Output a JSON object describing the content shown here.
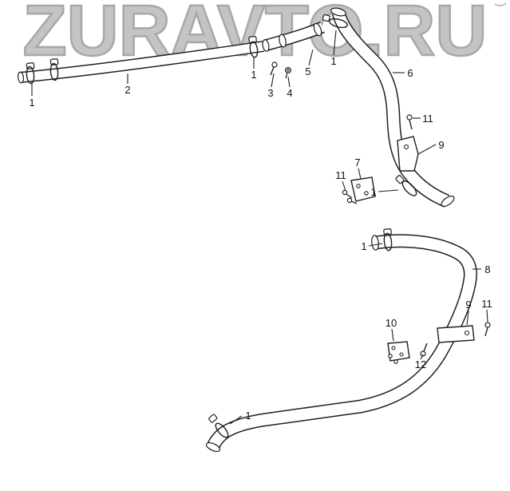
{
  "watermark": {
    "text": "ZURAVTO.RU"
  },
  "colors": {
    "background": "#ffffff",
    "line": "#1f1f1f",
    "watermark": "#bfbfbf"
  },
  "callouts": [
    "1",
    "2",
    "1",
    "3",
    "4",
    "5",
    "1",
    "6",
    "11",
    "9",
    "7",
    "11",
    "1",
    "1",
    "8",
    "9",
    "11",
    "10",
    "12",
    "1"
  ]
}
